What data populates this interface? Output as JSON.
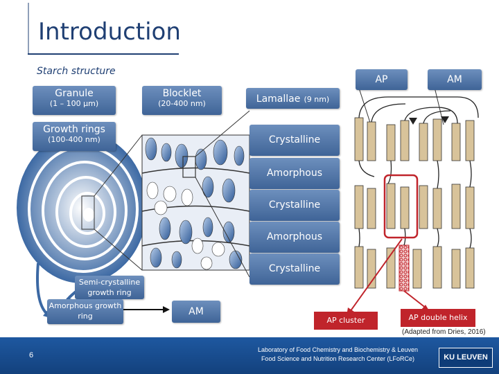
{
  "slide": {
    "title": "Introduction",
    "subtitle": "Starch structure",
    "page_number": "6"
  },
  "labels": {
    "granule": "Granule",
    "granule_size": "(1 – 100 µm)",
    "blocklet": "Blocklet",
    "blocklet_size": "(20-400 nm)",
    "growth_rings": "Growth rings",
    "growth_rings_size": "(100-400 nm)",
    "lamellae": "Lamallae",
    "lamellae_size": "(9 nm)",
    "ap": "AP",
    "am": "AM",
    "crystalline": "Crystalline",
    "amorphous": "Amorphous",
    "semi_crystalline_growth_ring": "Semi-crystalline growth ring",
    "amorphous_growth_ring": "Amorphous growth ring",
    "am_label_bottom": "AM",
    "ap_cluster": "AP cluster",
    "ap_double_helix": "AP double helix"
  },
  "citation": "(Adapted from Dries, 2016)",
  "footer": {
    "line1": "Laboratory of Food Chemistry and Biochemistry & Leuven",
    "line2": "Food Science and Nutrition Research Center (LFoRCe)",
    "logo": "KU LEUVEN"
  },
  "colors": {
    "title_blue": "#1f3f73",
    "box_blue": "#4f72a6",
    "red": "#c0242b",
    "footer_blue": "#1a4f92",
    "lamella_tan": "#d8c39a"
  }
}
